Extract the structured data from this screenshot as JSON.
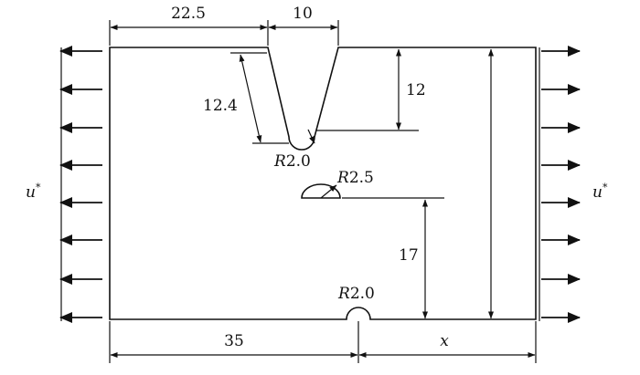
{
  "figure": {
    "load_label": "u*",
    "load_label_main": "u",
    "load_label_sup": "*",
    "dimensions": {
      "top_left_span": "22.5",
      "notch_mouth": "10",
      "notch_flank": "12.4",
      "notch_depth": "12",
      "notch_tip_radius": "R2.0",
      "hole_radius": "R2.5",
      "hole_height": "17",
      "bottom_notch_radius": "R2.0",
      "bottom_left_span": "35",
      "bottom_right_span": "x"
    }
  }
}
